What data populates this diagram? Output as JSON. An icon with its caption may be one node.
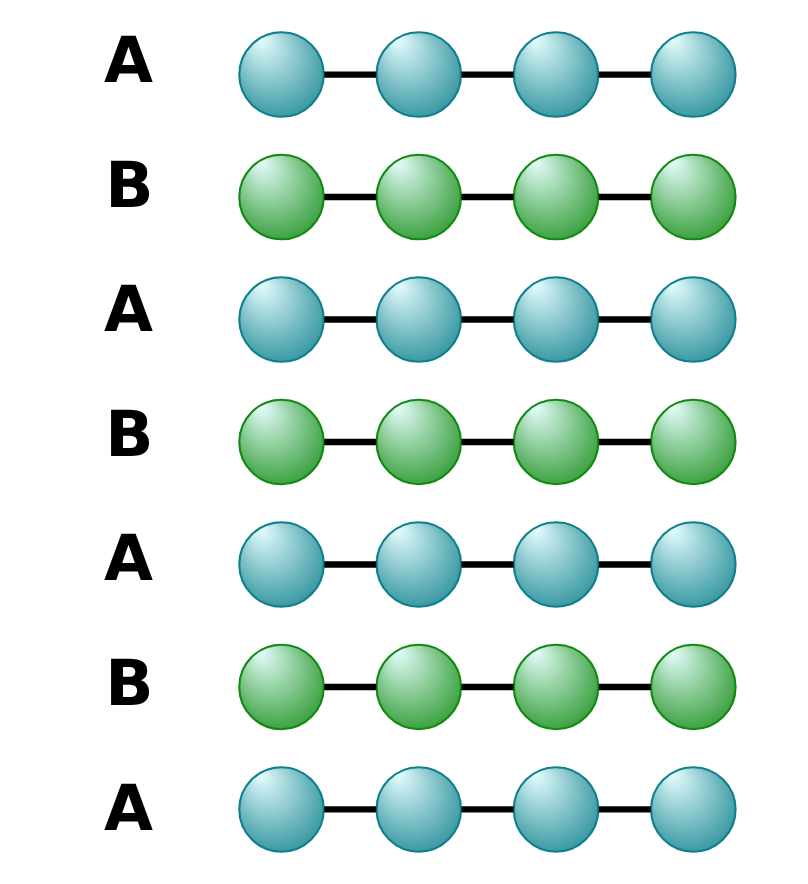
{
  "diagram": {
    "nodes": [
      {
        "text": [],
        "shape": "circle"
      },
      {
        "text": [],
        "shape": "circle"
      },
      {
        "text": [],
        "shape": "circle"
      },
      {
        "text": [],
        "shape": "circle"
      },
      {
        "text": [],
        "shape": "circle"
      },
      {
        "text": [],
        "shape": "circle"
      },
      {
        "text": [],
        "shape": "circle"
      },
      {
        "text": [],
        "shape": "circle"
      },
      {
        "text": [],
        "shape": "circle"
      },
      {
        "text": [],
        "shape": "circle"
      },
      {
        "text": [],
        "shape": "circle"
      },
      {
        "text": [],
        "shape": "circle"
      },
      {
        "text": [],
        "shape": "circle"
      },
      {
        "text": [],
        "shape": "circle"
      },
      {
        "text": [],
        "shape": "circle"
      },
      {
        "text": [],
        "shape": "circle"
      },
      {
        "text": [],
        "shape": "circle"
      },
      {
        "text": [],
        "shape": "circle"
      },
      {
        "text": [],
        "shape": "circle"
      },
      {
        "text": [],
        "shape": "circle"
      },
      {
        "text": [],
        "shape": "circle"
      },
      {
        "text": [],
        "shape": "circle"
      },
      {
        "text": [],
        "shape": "circle"
      },
      {
        "text": [],
        "shape": "circle"
      },
      {
        "text": [],
        "shape": "circle"
      },
      {
        "text": [],
        "shape": "circle"
      },
      {
        "text": [],
        "shape": "circle"
      },
      {
        "text": [],
        "shape": "circle"
      }
    ],
    "edges": [
      {
        "from": 0,
        "to": 1,
        "arrow": "none"
      },
      {
        "from": 1,
        "to": 2,
        "arrow": "none"
      },
      {
        "from": 2,
        "to": 3,
        "arrow": "none"
      },
      {
        "from": 4,
        "to": 5,
        "arrow": "none"
      },
      {
        "from": 5,
        "to": 6,
        "arrow": "none"
      },
      {
        "from": 6,
        "to": 7,
        "arrow": "none"
      },
      {
        "from": 8,
        "to": 9,
        "arrow": "none"
      },
      {
        "from": 9,
        "to": 10,
        "arrow": "none"
      },
      {
        "from": 10,
        "to": 11,
        "arrow": "none"
      },
      {
        "from": 12,
        "to": 13,
        "arrow": "none"
      },
      {
        "from": 13,
        "to": 14,
        "arrow": "none"
      },
      {
        "from": 14,
        "to": 15,
        "arrow": "none"
      },
      {
        "from": 16,
        "to": 17,
        "arrow": "none"
      },
      {
        "from": 17,
        "to": 18,
        "arrow": "none"
      },
      {
        "from": 18,
        "to": 19,
        "arrow": "none"
      },
      {
        "from": 20,
        "to": 21,
        "arrow": "none"
      },
      {
        "from": 21,
        "to": 22,
        "arrow": "none"
      },
      {
        "from": 22,
        "to": 23,
        "arrow": "none"
      },
      {
        "from": 24,
        "to": 25,
        "arrow": "none"
      },
      {
        "from": 25,
        "to": 26,
        "arrow": "none"
      },
      {
        "from": 26,
        "to": 27,
        "arrow": "none"
      }
    ],
    "labels": [
      "A",
      "B",
      "A",
      "B",
      "A",
      "B",
      "A"
    ]
  }
}
